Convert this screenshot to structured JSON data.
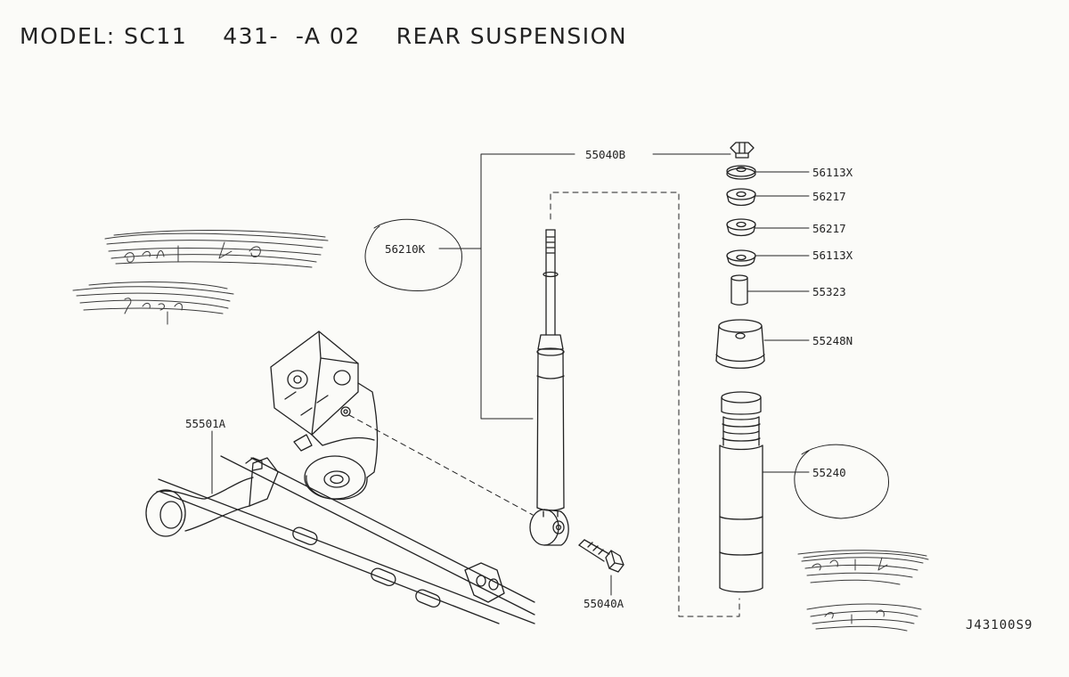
{
  "header": {
    "model_label": "MODEL: SC11",
    "section_code": "431-  -A 02",
    "section_title": "REAR SUSPENSION"
  },
  "parts": {
    "p55040B": "55040B",
    "p56113X_top": "56113X",
    "p56217_top": "56217",
    "p56217_bottom": "56217",
    "p56113X_bottom": "56113X",
    "p55323": "55323",
    "p55248N": "55248N",
    "p55240": "55240",
    "p56210K": "56210K",
    "p55501A": "55501A",
    "p55040A": "55040A"
  },
  "drawing_id": "J43100S9",
  "colors": {
    "ink": "#222222",
    "paper": "#fbfbf8",
    "scribble": "#3a3a3a"
  }
}
